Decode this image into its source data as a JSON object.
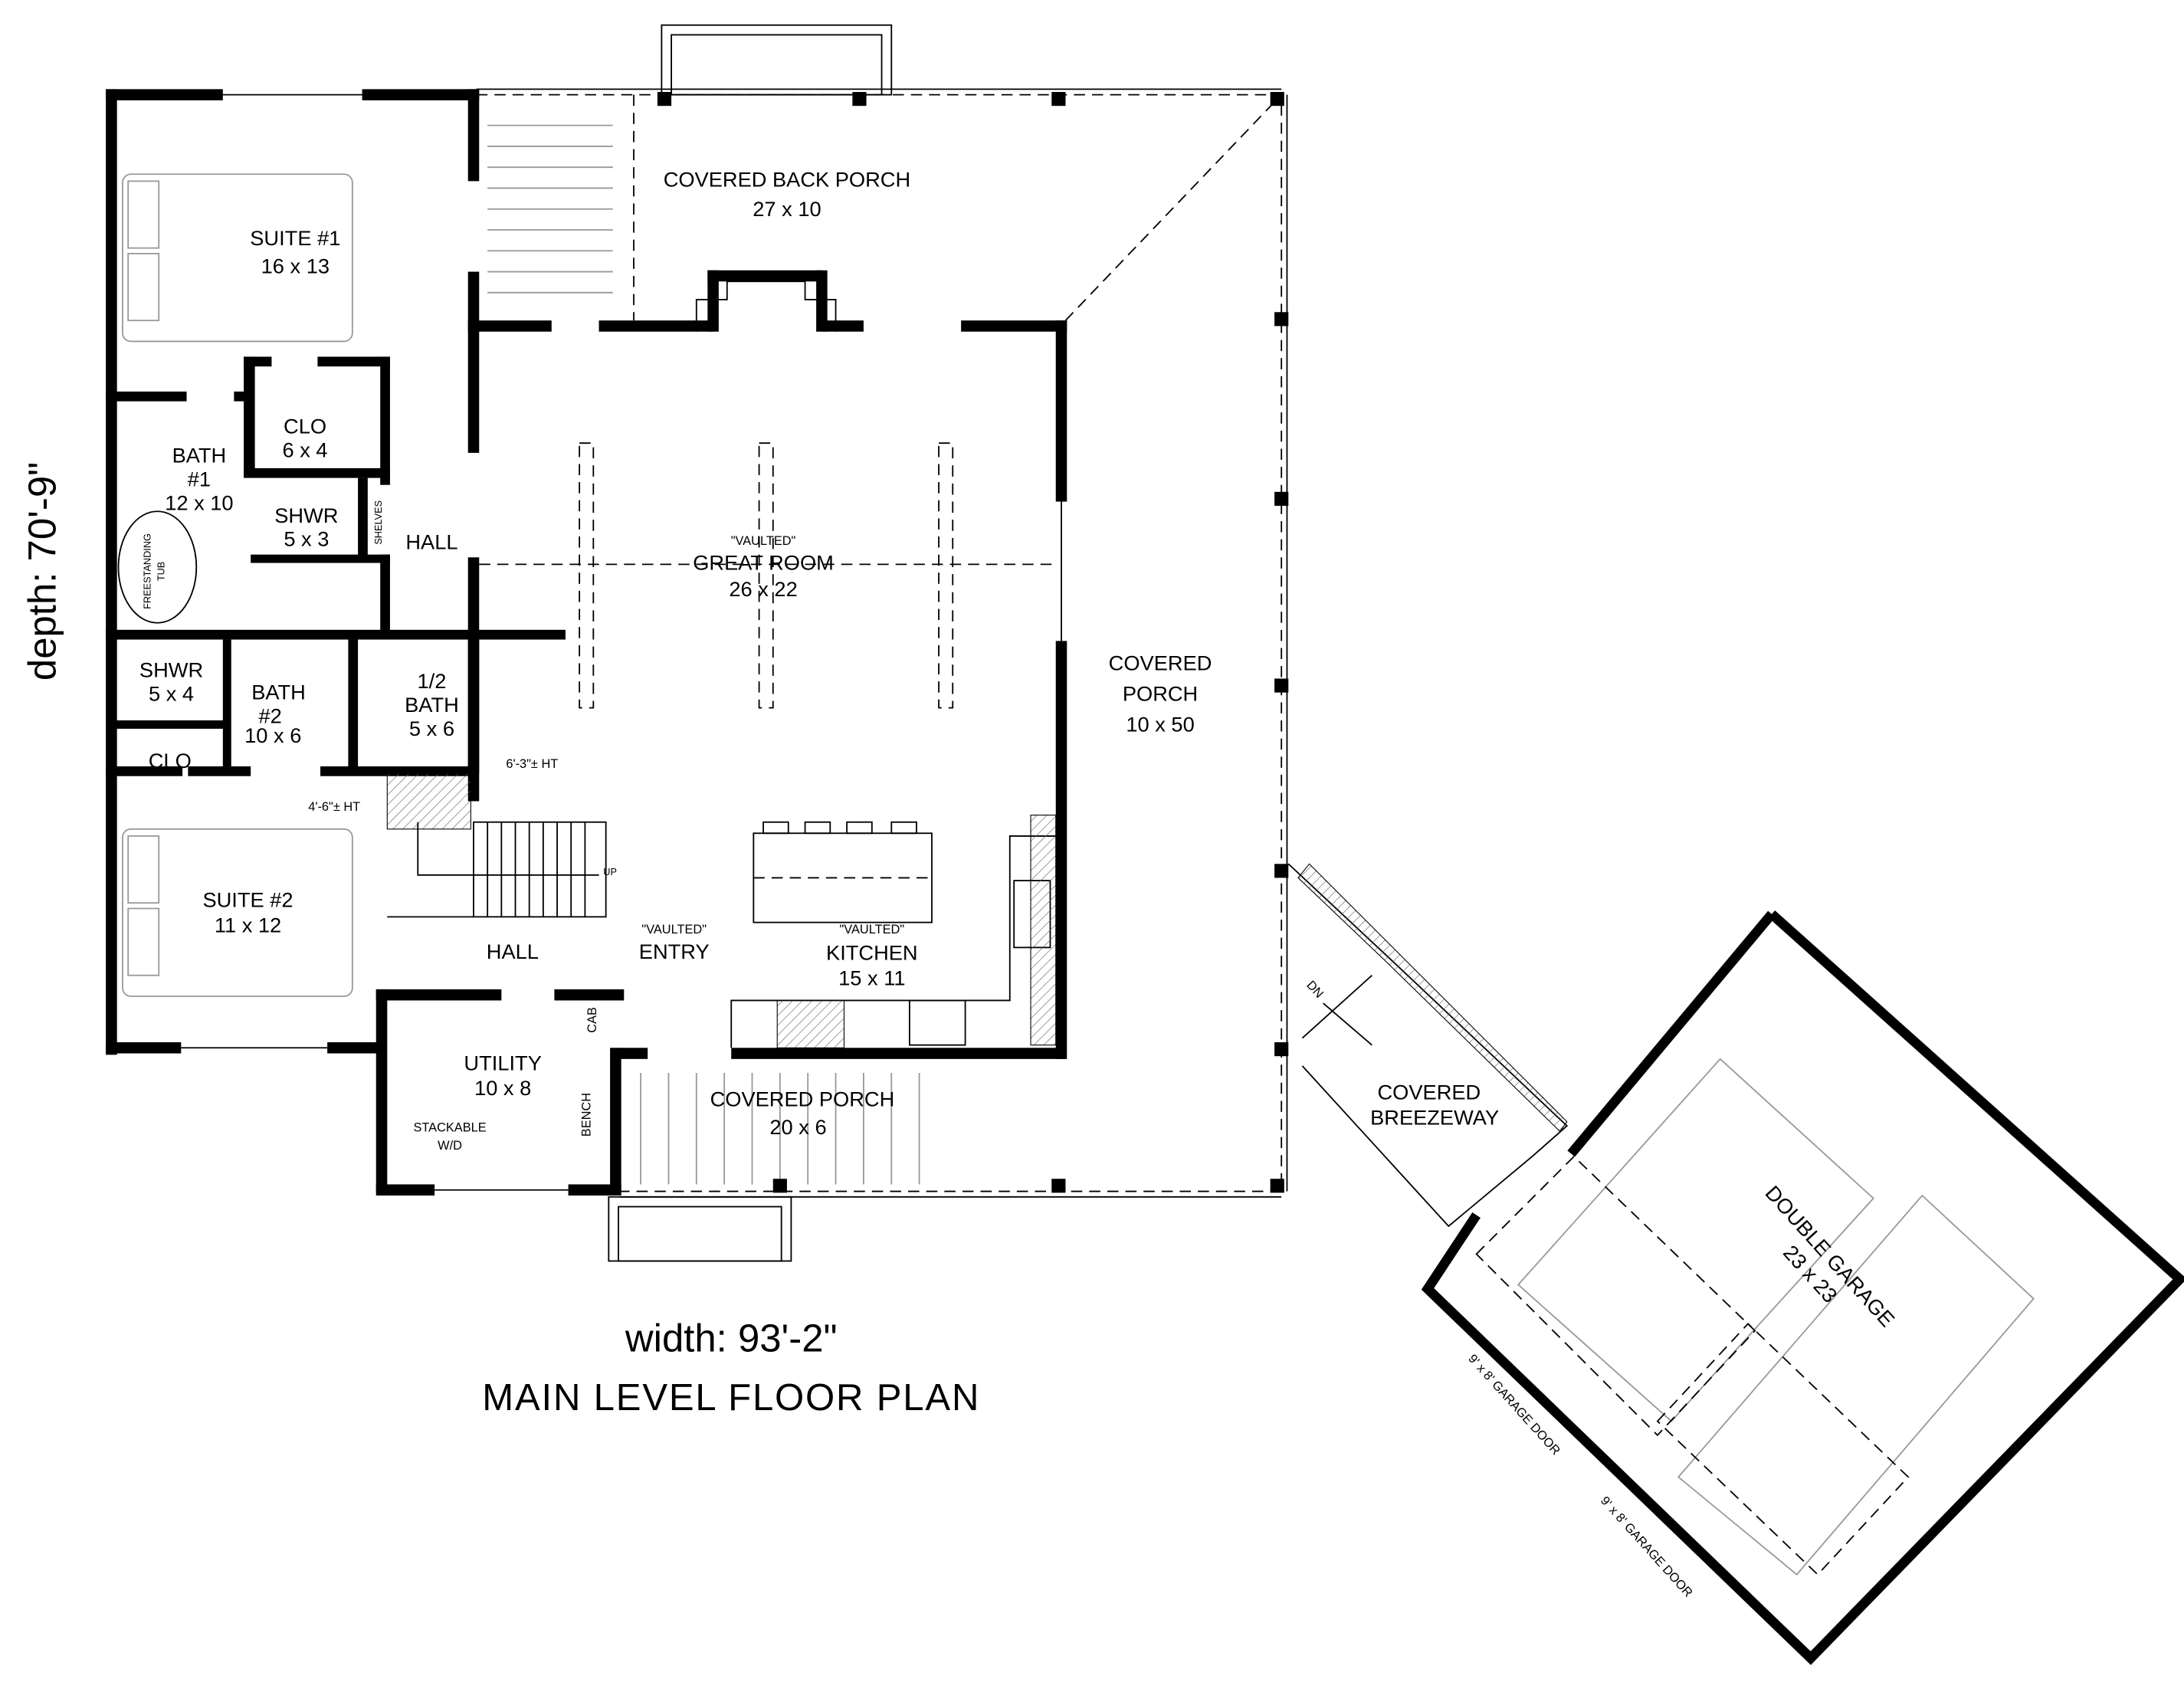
{
  "plan": {
    "title": "MAIN LEVEL FLOOR PLAN",
    "width_label": "width: 93'-2\"",
    "depth_label": "depth: 70'-9\""
  },
  "rooms": {
    "back_porch": {
      "name": "COVERED BACK PORCH",
      "size": "27 x 10"
    },
    "suite1": {
      "name": "SUITE #1",
      "size": "16 x 13"
    },
    "clo1": {
      "name": "CLO",
      "size": "6 x 4"
    },
    "bath1": {
      "name": "BATH",
      "num": "#1",
      "size": "12 x 10"
    },
    "shwr1": {
      "name": "SHWR",
      "size": "5 x 3"
    },
    "hall1": {
      "name": "HALL"
    },
    "great_room": {
      "note": "\"VAULTED\"",
      "name": "GREAT ROOM",
      "size": "26 x 22"
    },
    "covered_porch_side": {
      "name1": "COVERED",
      "name2": "PORCH",
      "size": "10 x 50"
    },
    "shwr2": {
      "name": "SHWR",
      "size": "5 x 4"
    },
    "bath2": {
      "name": "BATH",
      "num": "#2",
      "size": "10 x 6"
    },
    "half_bath": {
      "name1": "1/2",
      "name2": "BATH",
      "size": "5 x 6"
    },
    "clo2": {
      "name": "CLO"
    },
    "suite2": {
      "name": "SUITE #2",
      "size": "11 x 12"
    },
    "hall2": {
      "name": "HALL"
    },
    "entry": {
      "note": "\"VAULTED\"",
      "name": "ENTRY"
    },
    "kitchen": {
      "note": "\"VAULTED\"",
      "name": "KITCHEN",
      "size": "15 x 11"
    },
    "utility": {
      "name": "UTILITY",
      "size": "10 x 8"
    },
    "front_porch": {
      "name": "COVERED PORCH",
      "size": "20 x 6"
    },
    "breezeway": {
      "name1": "COVERED",
      "name2": "BREEZEWAY"
    },
    "garage": {
      "name": "DOUBLE GARAGE",
      "size": "23 x 23"
    }
  },
  "annotations": {
    "shelves": "SHELVES",
    "tub1": "FREESTANDING",
    "tub2": "TUB",
    "ht1": "6'-3\"± HT",
    "ht2": "4'-6\"± HT",
    "up": "UP",
    "dn": "DN",
    "cab": "CAB",
    "bench": "BENCH",
    "wd1": "STACKABLE",
    "wd2": "W/D",
    "garage_door1": "9' x 8' GARAGE DOOR",
    "garage_door2": "9' x 8' GARAGE DOOR"
  }
}
